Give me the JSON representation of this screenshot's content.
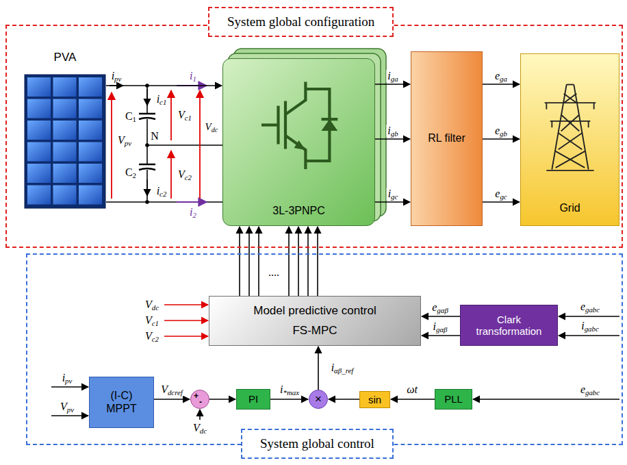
{
  "diagram": {
    "nodes": [
      {
        "text": [
          "System global configuration"
        ]
      },
      {
        "text": [
          "PVA"
        ],
        "in": 0
      },
      {
        "text": [
          "3L-3PNPC"
        ],
        "in": 0
      },
      {
        "text": [
          "RL filter"
        ],
        "in": 0
      },
      {
        "text": [
          "Grid"
        ],
        "in": 0
      },
      {
        "text": [
          "System global control"
        ]
      },
      {
        "text": [
          "Model predictive control",
          "FS-MPC"
        ],
        "in": 5
      },
      {
        "text": [
          "Clark transformation"
        ],
        "in": 5
      },
      {
        "text": [
          "(I-C) MPPT"
        ],
        "in": 5
      },
      {
        "text": [
          "+",
          "-"
        ],
        "in": 5
      },
      {
        "text": [
          "PI"
        ],
        "in": 5
      },
      {
        "text": [
          "×"
        ],
        "in": 5
      },
      {
        "text": [
          "sin"
        ],
        "in": 5
      },
      {
        "text": [
          "PLL"
        ],
        "in": 5
      }
    ],
    "edges": [
      {
        "from": 1,
        "to": 2,
        "arrow": "to"
      },
      {
        "from": 2,
        "to": 3,
        "arrow": "to",
        "label": "iga"
      },
      {
        "from": 2,
        "to": 3,
        "arrow": "to",
        "label": "igb"
      },
      {
        "from": 2,
        "to": 3,
        "arrow": "to",
        "label": "igc"
      },
      {
        "from": 3,
        "to": 4,
        "arrow": "to",
        "label": "ega"
      },
      {
        "from": 3,
        "to": 4,
        "arrow": "to",
        "label": "egb"
      },
      {
        "from": 3,
        "to": 4,
        "arrow": "to",
        "label": "egc"
      },
      {
        "from": 6,
        "to": 2,
        "arrow": "to"
      },
      {
        "from": 6,
        "to": 2,
        "arrow": "to"
      },
      {
        "from": 6,
        "to": 2,
        "arrow": "to"
      },
      {
        "from": 6,
        "to": 2,
        "arrow": "to"
      },
      {
        "from": 6,
        "to": 2,
        "arrow": "to"
      },
      {
        "from": 6,
        "to": 2,
        "arrow": "to"
      },
      {
        "from": 6,
        "to": 2,
        "arrow": "to"
      },
      {
        "from": 7,
        "to": 6,
        "arrow": "to",
        "label": "egαβ"
      },
      {
        "from": 7,
        "to": 6,
        "arrow": "to",
        "label": "igαβ"
      },
      {
        "from": 8,
        "to": 9,
        "arrow": "to",
        "label": "Vdcref"
      },
      {
        "from": 9,
        "to": 10,
        "arrow": "to"
      },
      {
        "from": 10,
        "to": 11,
        "arrow": "to",
        "label": "i*max"
      },
      {
        "from": 11,
        "to": 6,
        "arrow": "to",
        "label": "iαβ_ref"
      },
      {
        "from": 13,
        "to": 12,
        "arrow": "to",
        "label": "ωt"
      },
      {
        "from": 12,
        "to": 11,
        "arrow": "to"
      }
    ],
    "labels": [
      "ipv",
      "i1",
      "ic1",
      "C1",
      "Vpv",
      "N",
      "Vc1",
      "Vdc",
      "C2",
      "Vc2",
      "ic2",
      "i2",
      "Vdc",
      "Vc1",
      "Vc2",
      "....",
      "egabc",
      "igabc",
      "ipv",
      "Vpv",
      "Vdc",
      "egabc"
    ]
  }
}
